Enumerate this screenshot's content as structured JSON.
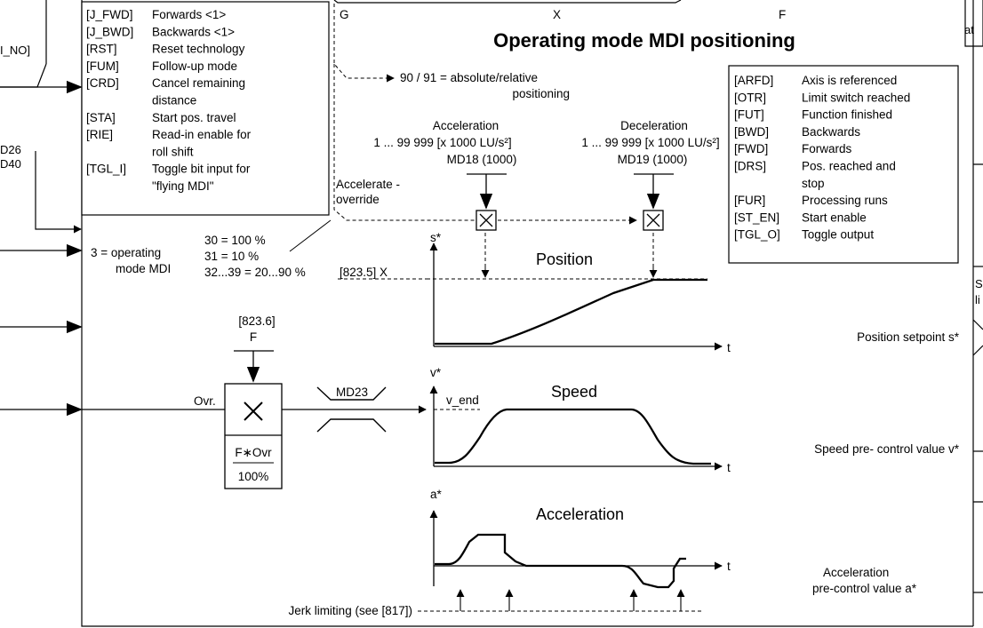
{
  "title": "Operating mode MDI positioning",
  "col_labels": {
    "g": "G",
    "x": "X",
    "f": "F"
  },
  "left_cut": {
    "ino": "I_NO]",
    "md26": "D26",
    "md40": "D40"
  },
  "right_cut": {
    "at": "at",
    "s": "S",
    "li": "li"
  },
  "inputs_legend": [
    {
      "code": "[J_FWD]",
      "text": "Forwards     <1>"
    },
    {
      "code": "[J_BWD]",
      "text": "Backwards  <1>"
    },
    {
      "code": "[RST]",
      "text": "Reset technology"
    },
    {
      "code": "[FUM]",
      "text": "Follow-up mode"
    },
    {
      "code": "[CRD]",
      "text": "Cancel remaining"
    },
    {
      "code": "",
      "text": "distance"
    },
    {
      "code": "[STA]",
      "text": "Start pos. travel"
    },
    {
      "code": "[RIE]",
      "text": "Read-in enable for"
    },
    {
      "code": "",
      "text": "roll shift"
    },
    {
      "code": "[TGL_I]",
      "text": "Toggle bit input for"
    },
    {
      "code": "",
      "text": "\"flying MDI\""
    }
  ],
  "outputs_legend": [
    {
      "code": "[ARFD]",
      "text": "Axis is referenced"
    },
    {
      "code": "[OTR]",
      "text": "Limit switch reached"
    },
    {
      "code": "[FUT]",
      "text": "Function finished"
    },
    {
      "code": "[BWD]",
      "text": "Backwards"
    },
    {
      "code": "[FWD]",
      "text": "Forwards"
    },
    {
      "code": "[DRS]",
      "text": "Pos. reached and"
    },
    {
      "code": "",
      "text": "stop"
    },
    {
      "code": "[FUR]",
      "text": "Processing runs"
    },
    {
      "code": "[ST_EN]",
      "text": "Start enable"
    },
    {
      "code": "[TGL_O]",
      "text": "Toggle output"
    }
  ],
  "mode_90": {
    "line1": "90 / 91 = absolute/relative",
    "line2": "positioning"
  },
  "acceleration": {
    "label": "Acceleration",
    "range": "1 ... 99 999 [x 1000 LU/s²]",
    "md": "MD18 (1000)"
  },
  "deceleration": {
    "label": "Deceleration",
    "range": "1 ... 99 999 [x 1000 LU/s²]",
    "md": "MD19 (1000)"
  },
  "accel_override": {
    "line1": "Accelerate -",
    "line2": "override"
  },
  "mode_input": {
    "line1": "3 = operating",
    "line2": "mode MDI"
  },
  "override_values": [
    "30 = 100 %",
    "31 = 10 %",
    "32...39 = 20...90 %"
  ],
  "pos_x_label": "[823.5] X",
  "f_ref": {
    "line1": "[823.6]",
    "line2": "F"
  },
  "ovr_label": "Ovr.",
  "ovr_formula": {
    "top": "F∗Ovr",
    "bottom": "100%"
  },
  "md23_label": "MD23",
  "graphs": {
    "position": {
      "title": "Position",
      "y_axis": "s*",
      "x_axis": "t"
    },
    "speed": {
      "title": "Speed",
      "y_axis": "v*",
      "x_axis": "t",
      "level_label": "v_end"
    },
    "acceleration": {
      "title": "Acceleration",
      "y_axis": "a*",
      "x_axis": "t"
    }
  },
  "outputs": {
    "position": "Position setpoint s*",
    "speed": "Speed pre- control value  v*",
    "accel_line1": "Acceleration",
    "accel_line2": "pre-control value  a*"
  },
  "jerk_label": "Jerk limiting (see [817])",
  "colors": {
    "line": "#000000",
    "background": "#ffffff"
  }
}
